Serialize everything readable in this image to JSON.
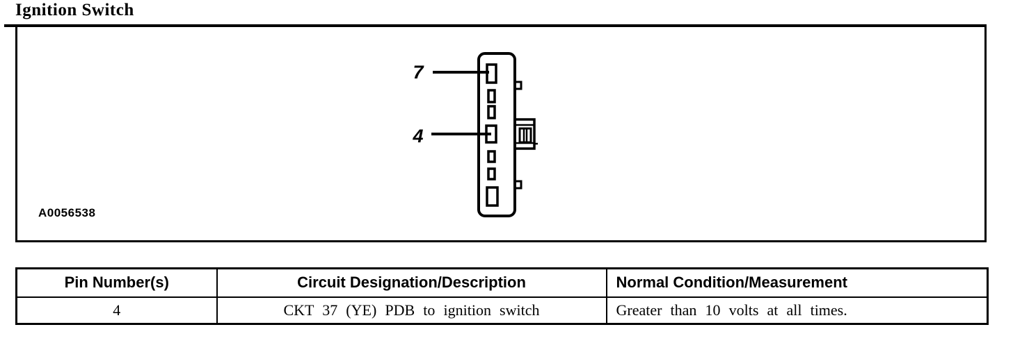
{
  "title": "Ignition Switch",
  "figure": {
    "id_label": "A0056538",
    "pin_callouts": [
      {
        "label": "7"
      },
      {
        "label": "4"
      }
    ]
  },
  "table": {
    "headers": [
      "Pin Number(s)",
      "Circuit Designation/Description",
      "Normal Condition/Measurement"
    ],
    "rows": [
      [
        "4",
        "CKT 37 (YE) PDB to ignition switch",
        "Greater than 10 volts at all times."
      ]
    ]
  },
  "colors": {
    "ink": "#000000",
    "background": "#ffffff"
  }
}
